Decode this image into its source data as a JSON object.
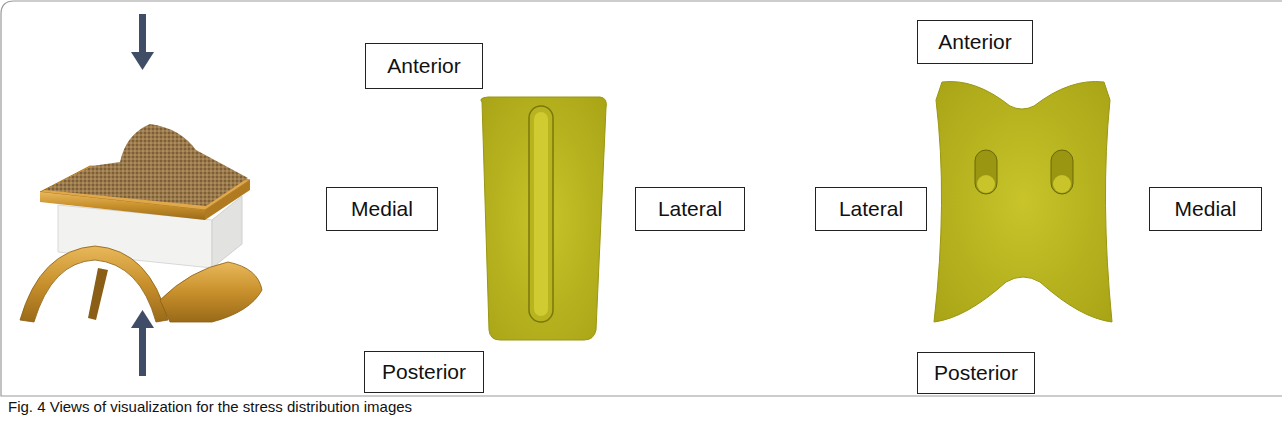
{
  "diagram": {
    "caption": "Fig. 4 Views of visualization for the stress distribution images",
    "nodes": [
      {
        "text": [
          "Anterior"
        ]
      },
      {
        "text": [
          "Medial"
        ]
      },
      {
        "text": [
          "Lateral"
        ]
      },
      {
        "text": [
          "Posterior"
        ]
      },
      {
        "text": [
          "Anterior"
        ]
      },
      {
        "text": [
          "Lateral"
        ]
      },
      {
        "text": [
          "Medial"
        ]
      },
      {
        "text": [
          "Posterior"
        ]
      }
    ]
  }
}
